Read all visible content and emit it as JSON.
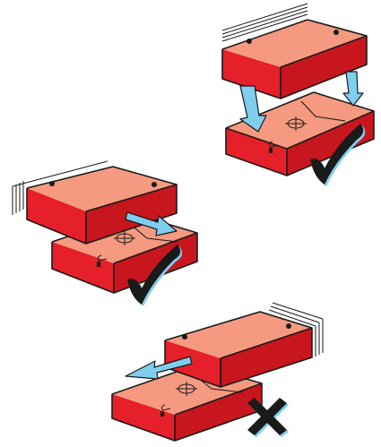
{
  "colors": {
    "face_top": "#f59a80",
    "face_front": "#e5202a",
    "face_side": "#c8161f",
    "edge": "#1a1a1a",
    "arrow_fill": "#7fcdef",
    "arrow_stroke": "#1a1a1a",
    "check_fill": "#1a1a1a",
    "check_glow": "#7fcdef",
    "page_lines": "#1a1a1a"
  },
  "icons": {
    "correct": "checkmark-icon",
    "incorrect": "x-mark-icon",
    "direction": "arrow-icon",
    "align": "alignment-target-icon"
  },
  "panels": [
    {
      "id": "vertical",
      "outcome": "correct"
    },
    {
      "id": "slide-right",
      "outcome": "correct"
    },
    {
      "id": "slide-left",
      "outcome": "incorrect"
    }
  ]
}
